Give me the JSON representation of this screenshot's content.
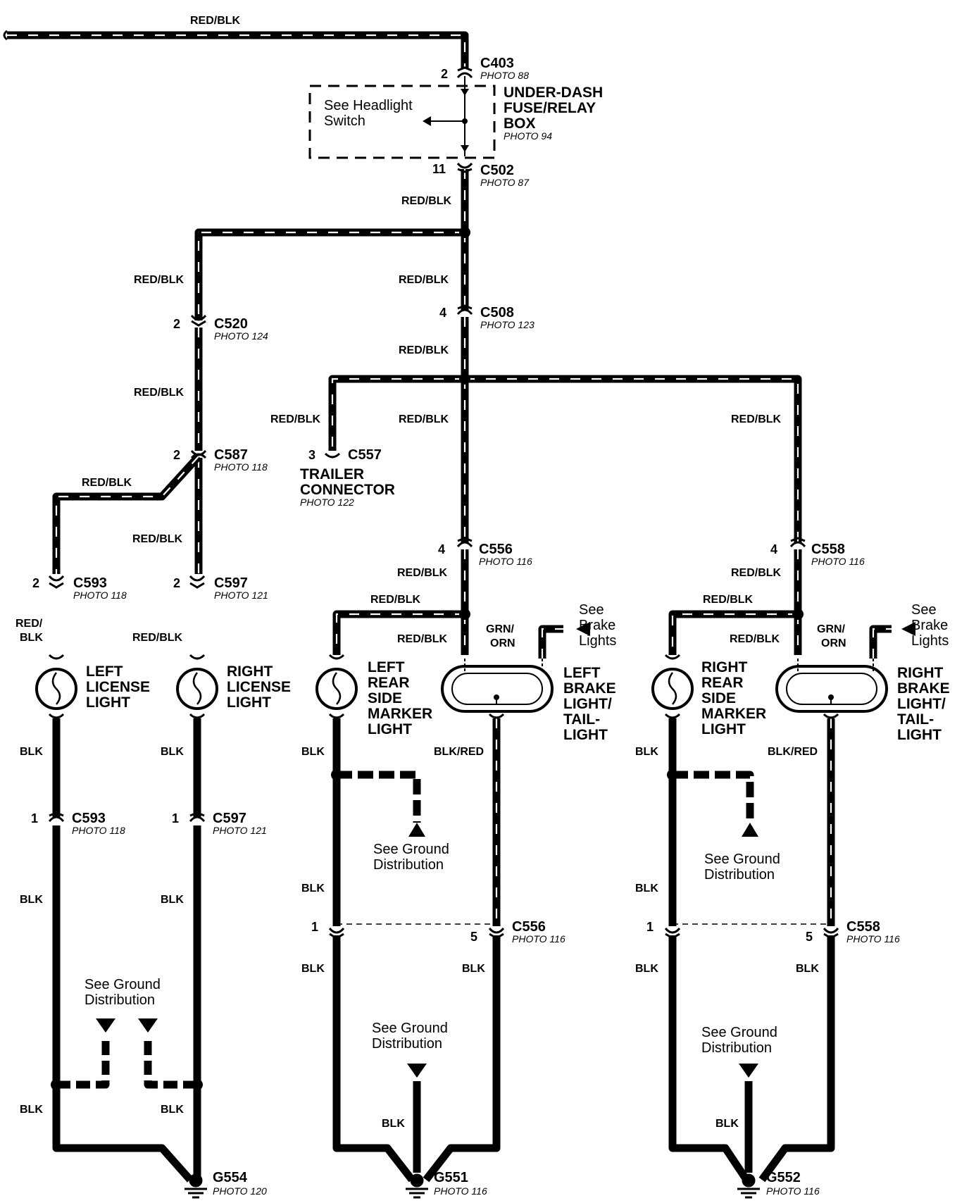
{
  "wire_colors": {
    "red_blk": "RED/BLK",
    "red_blk_split": [
      "RED/",
      "BLK"
    ],
    "blk": "BLK",
    "blk_red": "BLK/RED",
    "grn_orn": [
      "GRN/",
      "ORN"
    ]
  },
  "connectors": {
    "c403": {
      "id": "C403",
      "photo": "PHOTO 88",
      "pin": "2"
    },
    "c502": {
      "id": "C502",
      "photo": "PHOTO 87",
      "pin": "11"
    },
    "c520": {
      "id": "C520",
      "photo": "PHOTO 124",
      "pin": "2"
    },
    "c508": {
      "id": "C508",
      "photo": "PHOTO 123",
      "pin": "4"
    },
    "c587": {
      "id": "C587",
      "photo": "PHOTO 118",
      "pin": "2"
    },
    "c557": {
      "id": "C557",
      "pin": "3"
    },
    "c556_top": {
      "id": "C556",
      "photo": "PHOTO 116",
      "pin": "4"
    },
    "c558_top": {
      "id": "C558",
      "photo": "PHOTO 116",
      "pin": "4"
    },
    "c593_top": {
      "id": "C593",
      "photo": "PHOTO 118",
      "pin": "2"
    },
    "c597_top": {
      "id": "C597",
      "photo": "PHOTO 121",
      "pin": "2"
    },
    "c593_bot": {
      "id": "C593",
      "photo": "PHOTO 118",
      "pin": "1"
    },
    "c597_bot": {
      "id": "C597",
      "photo": "PHOTO 121",
      "pin": "1"
    },
    "c556_bot": {
      "id": "C556",
      "photo": "PHOTO 116",
      "pin_left": "1",
      "pin_right": "5"
    },
    "c558_bot": {
      "id": "C558",
      "photo": "PHOTO 116",
      "pin_left": "1",
      "pin_right": "5"
    }
  },
  "fuse_box": {
    "title": [
      "UNDER-DASH",
      "FUSE/RELAY",
      "BOX"
    ],
    "photo": "PHOTO 94",
    "note": [
      "See Headlight",
      "Switch"
    ]
  },
  "components": {
    "trailer_connector": {
      "name": [
        "TRAILER",
        "CONNECTOR"
      ],
      "photo": "PHOTO 122"
    },
    "left_license": [
      "LEFT",
      "LICENSE",
      "LIGHT"
    ],
    "right_license": [
      "RIGHT",
      "LICENSE",
      "LIGHT"
    ],
    "left_rear_side_marker": [
      "LEFT",
      "REAR",
      "SIDE",
      "MARKER",
      "LIGHT"
    ],
    "right_rear_side_marker": [
      "RIGHT",
      "REAR",
      "SIDE",
      "MARKER",
      "LIGHT"
    ],
    "left_brake_tail": [
      "LEFT",
      "BRAKE",
      "LIGHT/",
      "TAIL-",
      "LIGHT"
    ],
    "right_brake_tail": [
      "RIGHT",
      "BRAKE",
      "LIGHT/",
      "TAIL-",
      "LIGHT"
    ]
  },
  "notes": {
    "see_brake_lights": [
      "See",
      "Brake",
      "Lights"
    ],
    "see_ground_distribution": [
      "See Ground",
      "Distribution"
    ]
  },
  "grounds": {
    "g554": {
      "id": "G554",
      "photo": "PHOTO 120"
    },
    "g551": {
      "id": "G551",
      "photo": "PHOTO 116"
    },
    "g552": {
      "id": "G552",
      "photo": "PHOTO 116"
    }
  }
}
